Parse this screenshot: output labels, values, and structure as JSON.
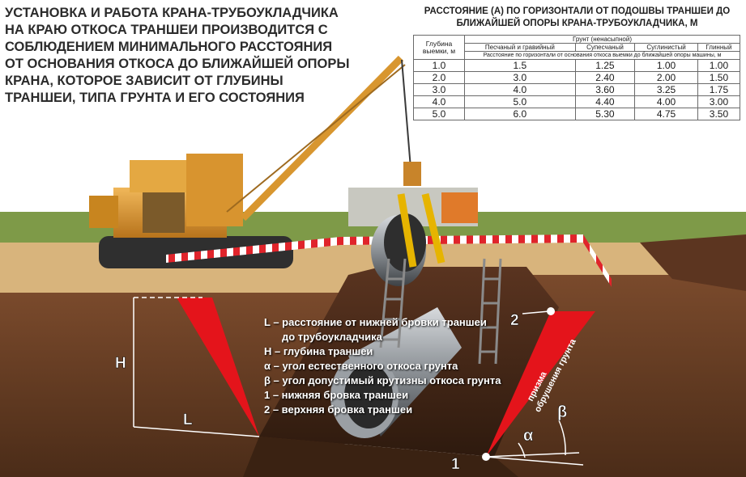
{
  "headline": "УСТАНОВКА И РАБОТА КРАНА-ТРУБОУКЛАДЧИКА НА КРАЮ ОТКОСА ТРАНШЕИ ПРОИЗВОДИТСЯ С СОБЛЮДЕНИЕМ МИНИМАЛЬНОГО РАССТОЯНИЯ ОТ ОСНОВАНИЯ ОТКОСА ДО БЛИЖАЙШЕЙ ОПОРЫ КРАНА, КОТОРОЕ ЗАВИСИТ ОТ ГЛУБИНЫ ТРАНШЕИ, ТИПА ГРУНТА И ЕГО СОСТОЯНИЯ",
  "table": {
    "title": "РАССТОЯНИЕ (А) ПО ГОРИЗОНТАЛИ ОТ ПОДОШВЫ ТРАНШЕИ ДО БЛИЖАЙШЕЙ ОПОРЫ КРАНА-ТРУБОУКЛАДЧИКА, М",
    "depth_header": "Глубина выемки, м",
    "soil_header": "Грунт (ненасыпной)",
    "columns": [
      "Песчаный и гравийный",
      "Супесчаный",
      "Суглинистый",
      "Глинный"
    ],
    "subheader": "Расстояние по горизонтали от основания откоса выемки до ближайшей опоры машины, м",
    "rows": [
      {
        "depth": "1.0",
        "values": [
          "1.5",
          "1.25",
          "1.00",
          "1.00"
        ]
      },
      {
        "depth": "2.0",
        "values": [
          "3.0",
          "2.40",
          "2.00",
          "1.50"
        ]
      },
      {
        "depth": "3.0",
        "values": [
          "4.0",
          "3.60",
          "3.25",
          "1.75"
        ]
      },
      {
        "depth": "4.0",
        "values": [
          "5.0",
          "4.40",
          "4.00",
          "3.00"
        ]
      },
      {
        "depth": "5.0",
        "values": [
          "6.0",
          "5.30",
          "4.75",
          "3.50"
        ]
      }
    ]
  },
  "legend": [
    "L – расстояние от нижней бровки траншеи",
    "до трубоукладчика",
    "H – глубина траншеи",
    "α – угол естественного откоса грунта",
    "β – угол допустимый крутизны откоса грунта",
    "1 – нижняя бровка траншеи",
    "2 – верхняя бровка траншеи"
  ],
  "labels": {
    "H": "H",
    "L": "L",
    "point1": "1",
    "point2": "2",
    "alpha": "α",
    "beta": "β",
    "prism_line1": "призма",
    "prism_line2": "обрушения грунта"
  },
  "colors": {
    "soil": "#6b4128",
    "soil_dark": "#4a2b18",
    "sky": "#ffffff",
    "grass": "#7c9a45",
    "sand": "#d6b27a",
    "crane": "#e0a23c",
    "prism_red": "#e4141b",
    "pipe": "#9aa0a6"
  }
}
